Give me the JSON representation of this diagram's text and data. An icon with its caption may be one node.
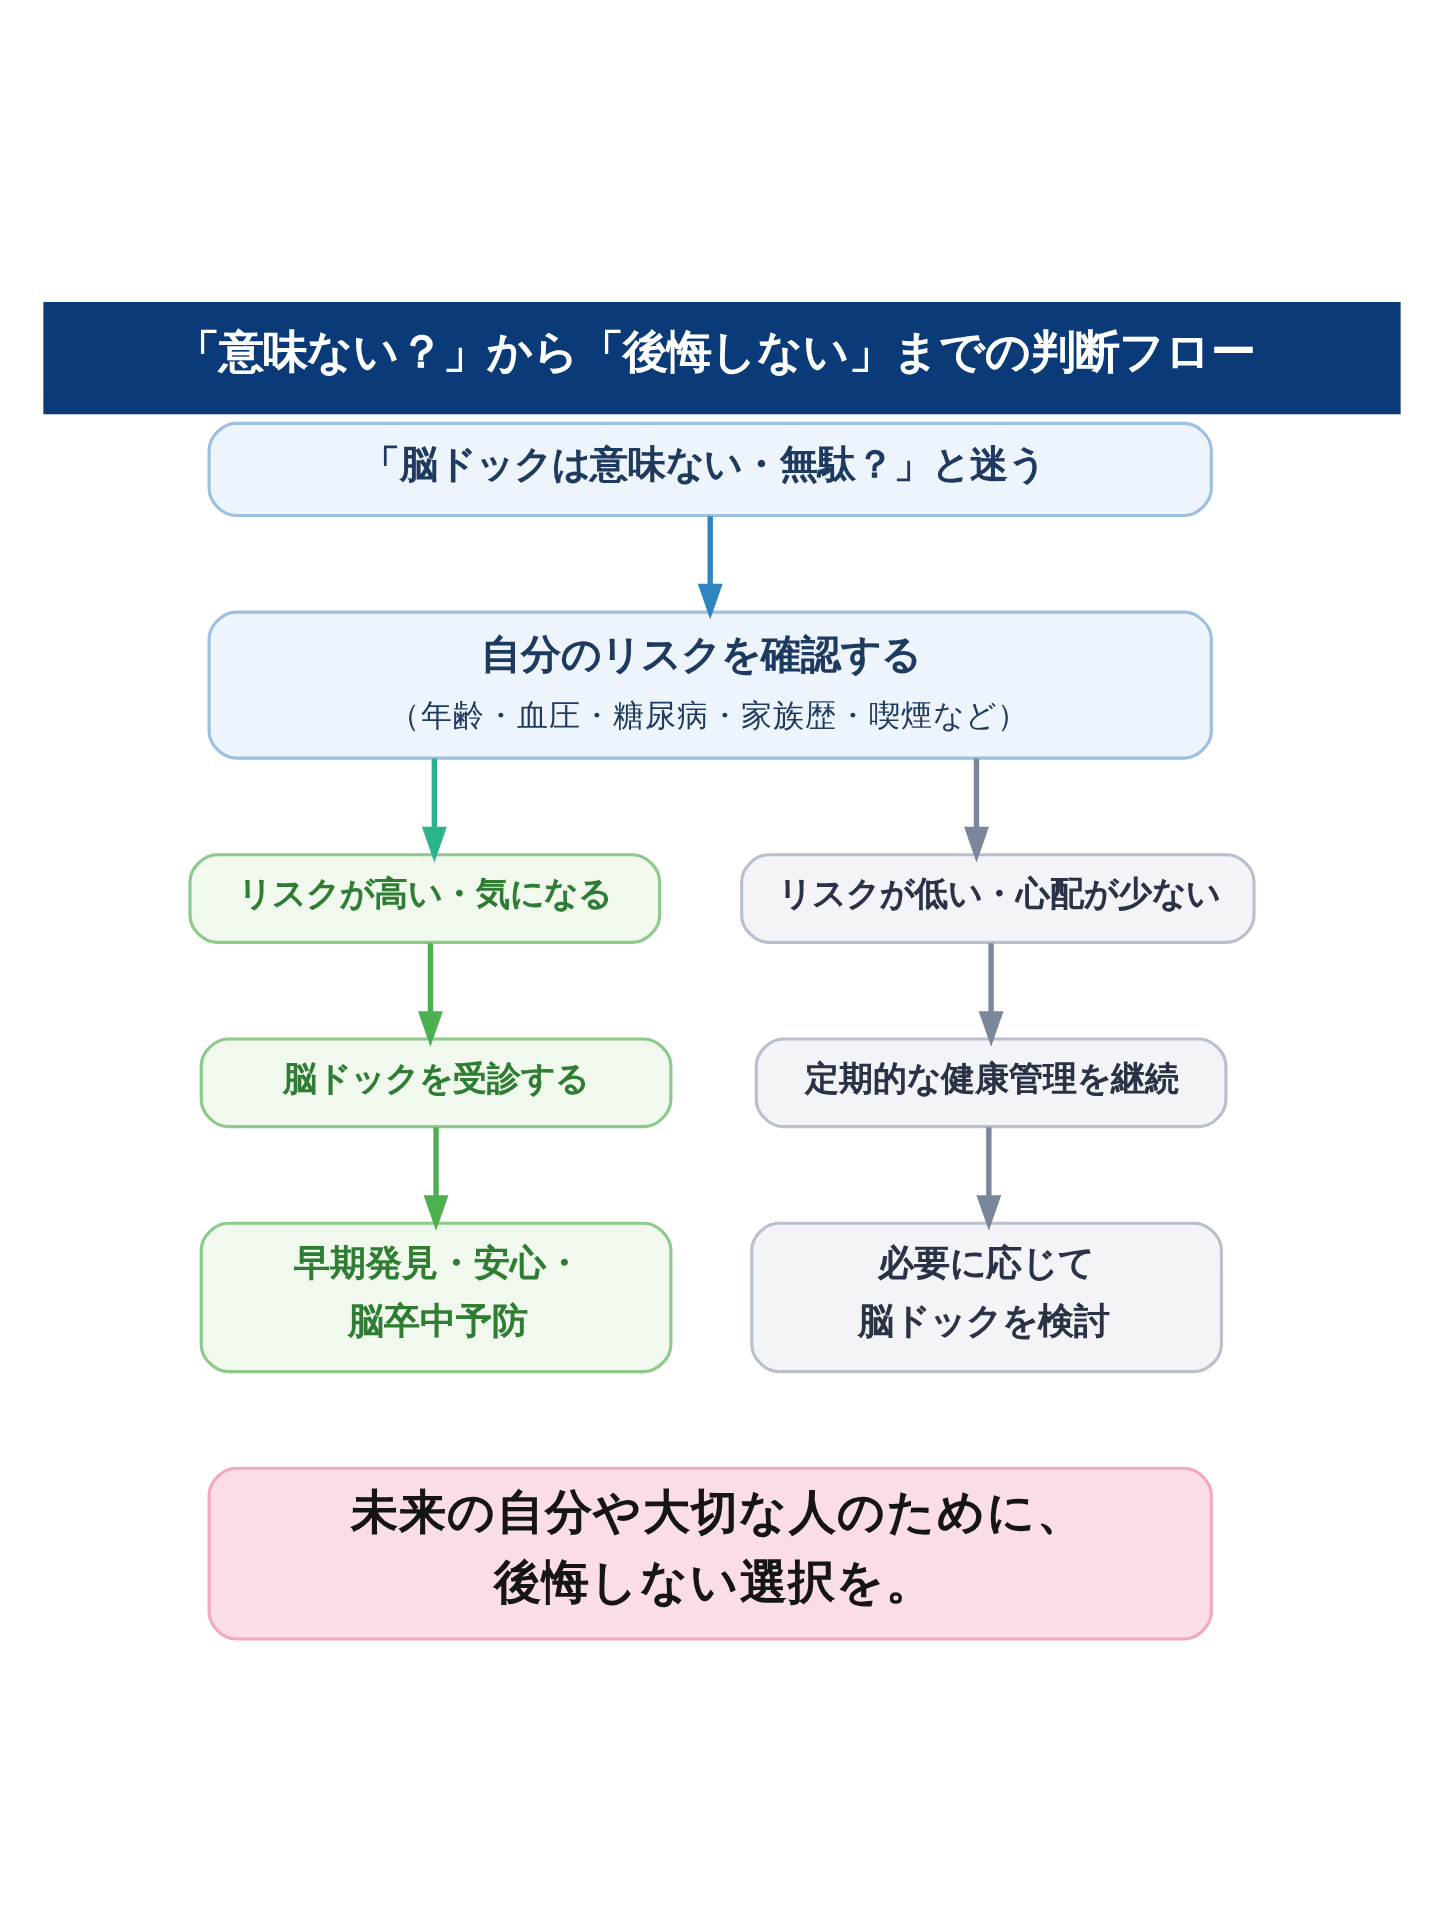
{
  "diagram": {
    "title": "「意味ない？」から「後悔しない」までの判断フロー",
    "nodes": [
      {
        "text": [
          "「脳ドックは意味ない・無駄？」と迷う"
        ]
      },
      {
        "text": [
          "自分のリスクを確認する",
          "（年齢・血圧・糖尿病・家族歴・喫煙など）"
        ]
      },
      {
        "text": [
          "リスクが高い・気になる"
        ]
      },
      {
        "text": [
          "リスクが低い・心配が少ない"
        ]
      },
      {
        "text": [
          "脳ドックを受診する"
        ]
      },
      {
        "text": [
          "定期的な健康管理を継続"
        ]
      },
      {
        "text": [
          "早期発見・安心・脳卒中予防"
        ]
      },
      {
        "text": [
          "必要に応じて脳ドックを検討"
        ]
      },
      {
        "text": [
          "未来の自分や大切な人のために、後悔しない選択を。"
        ]
      }
    ],
    "edges": [
      {
        "from": 0,
        "to": 1,
        "arrow": "to",
        "color": "#2e86c1"
      },
      {
        "from": 1,
        "to": 2,
        "arrow": "to",
        "color": "#2bb38a"
      },
      {
        "from": 1,
        "to": 3,
        "arrow": "to",
        "color": "#7a8699"
      },
      {
        "from": 2,
        "to": 4,
        "arrow": "to",
        "color": "#4caf50"
      },
      {
        "from": 3,
        "to": 5,
        "arrow": "to",
        "color": "#7a8699"
      },
      {
        "from": 4,
        "to": 6,
        "arrow": "to",
        "color": "#4caf50"
      },
      {
        "from": 5,
        "to": 7,
        "arrow": "to",
        "color": "#7a8699"
      }
    ]
  }
}
